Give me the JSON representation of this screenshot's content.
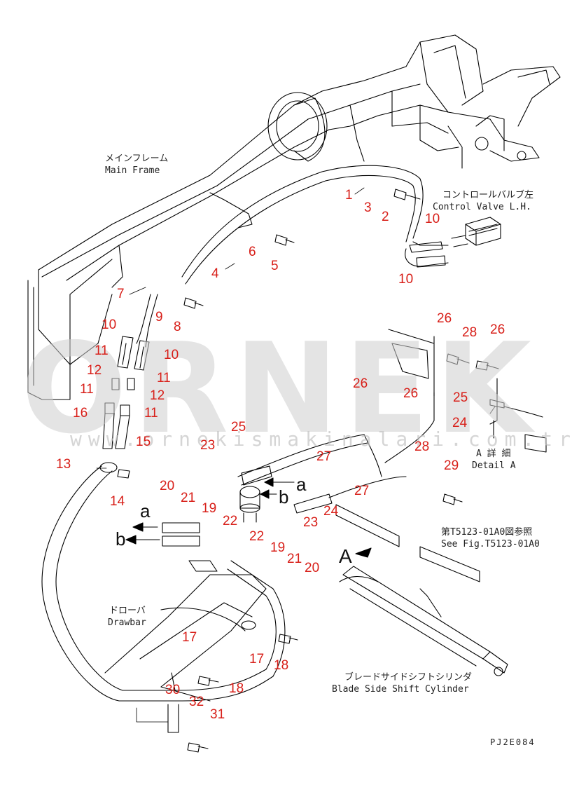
{
  "labels": {
    "main_frame_jp": "メインフレーム",
    "main_frame_en": "Main Frame",
    "control_valve_jp": "コントロールバルブ左",
    "control_valve_en": "Control Valve L.H.",
    "detail_jp": "A 詳 細",
    "detail_en": "Detail A",
    "see_fig_jp": "第T5123-01A0図参照",
    "see_fig_en": "See Fig.T5123-01A0",
    "drawbar_jp": "ドローバ",
    "drawbar_en": "Drawbar",
    "cylinder_jp": "ブレードサイドシフトシリンダ",
    "cylinder_en": "Blade Side Shift Cylinder",
    "view_a": "A",
    "port_a_1": "a",
    "port_b_1": "b",
    "port_a_2": "a",
    "port_b_2": "b",
    "figure_code": "PJ2E084"
  },
  "watermark": {
    "brand": "ORNEK",
    "url": "www.ornekismakinalari.com.tr"
  },
  "callouts": [
    "1",
    "3",
    "2",
    "10",
    "10",
    "6",
    "5",
    "4",
    "7",
    "9",
    "8",
    "10",
    "11",
    "10",
    "12",
    "11",
    "11",
    "12",
    "11",
    "16",
    "15",
    "13",
    "14",
    "25",
    "23",
    "20",
    "21",
    "19",
    "22",
    "22",
    "19",
    "21",
    "20",
    "24",
    "23",
    "27",
    "27",
    "26",
    "26",
    "28",
    "28",
    "26",
    "25",
    "26",
    "24",
    "29",
    "17",
    "17",
    "18",
    "18",
    "30",
    "32",
    "31"
  ],
  "colors": {
    "callout": "#d8201a",
    "line": "#000000",
    "watermark": "#cfcfcf"
  }
}
